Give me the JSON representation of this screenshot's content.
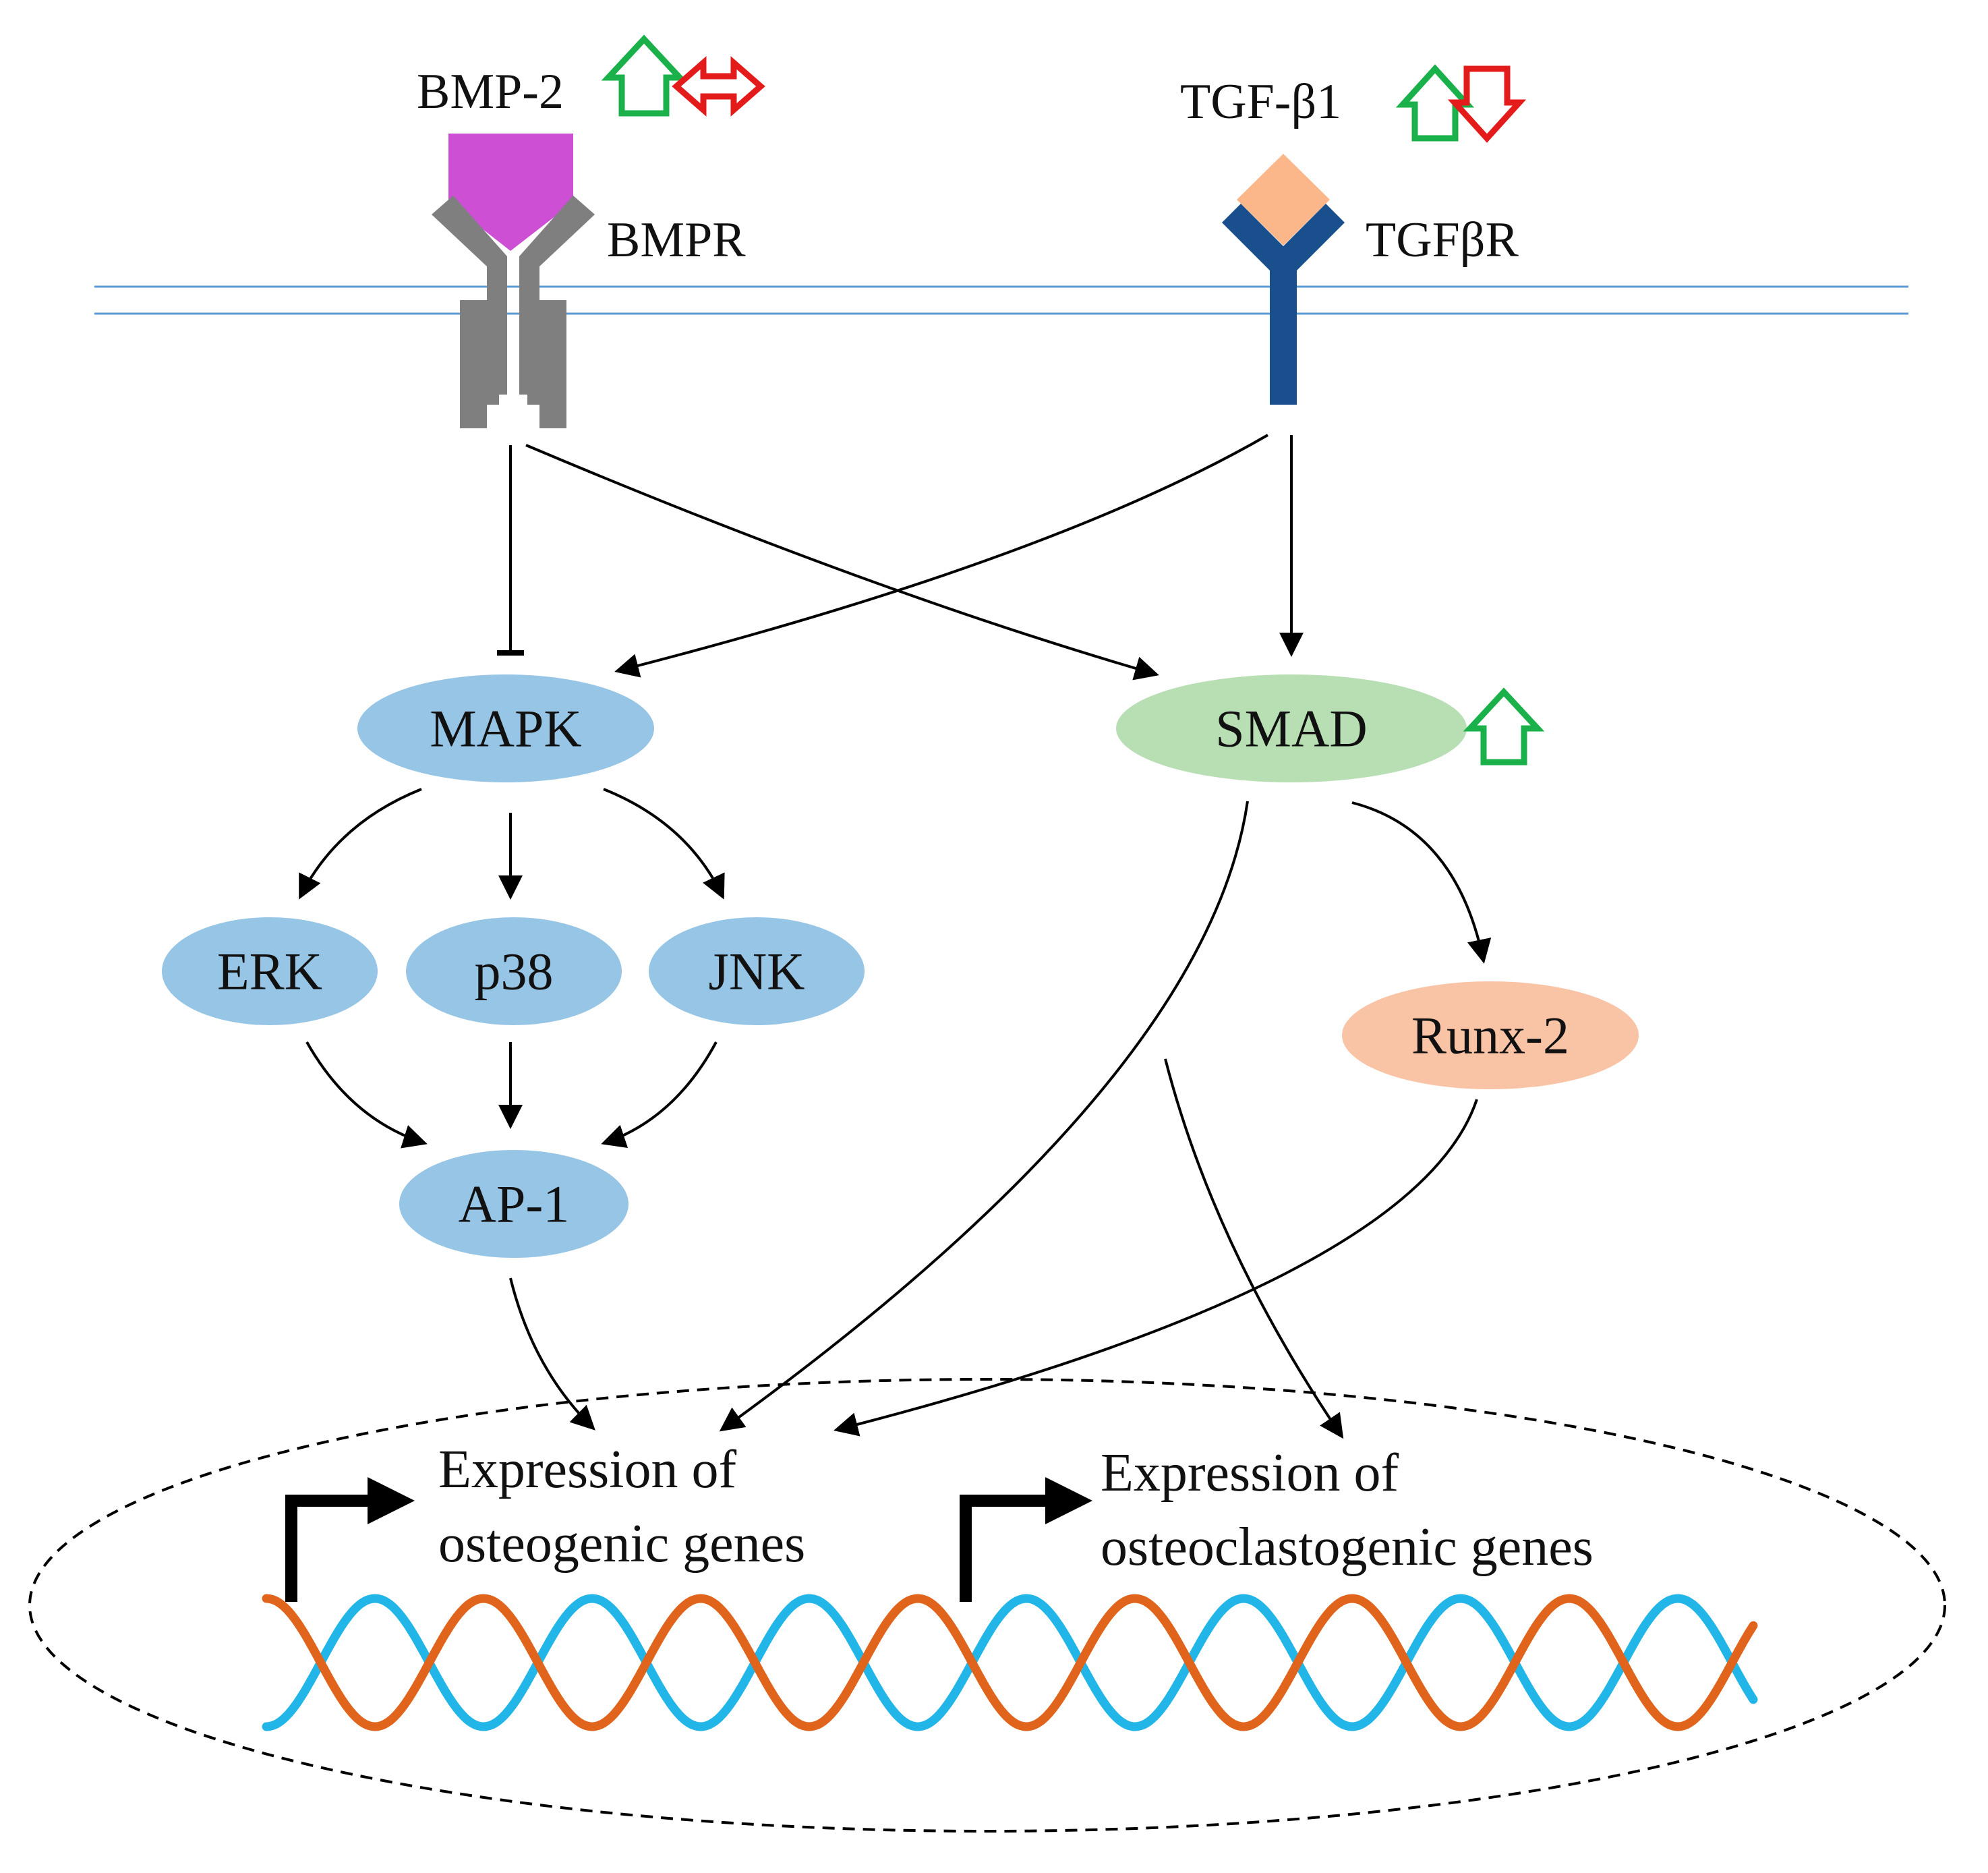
{
  "receptors": {
    "bmp_ligand_label": "BMP-2",
    "bmp_receptor_label": "BMPR",
    "tgf_ligand_label": "TGF-β1",
    "tgf_receptor_label": "TGFβR"
  },
  "nodes": {
    "mapk": "MAPK",
    "smad": "SMAD",
    "erk": "ERK",
    "p38": "p38",
    "jnk": "JNK",
    "ap1": "AP-1",
    "runx2": "Runx-2"
  },
  "nucleus": {
    "osteogenic_line1": "Expression of",
    "osteogenic_line2": "osteogenic genes",
    "osteoclastogenic_line1": "Expression of",
    "osteoclastogenic_line2": "osteoclastogenic genes"
  },
  "colors": {
    "mapk_family": "#96c5e6",
    "smad": "#b8deb3",
    "runx2": "#f9c4a6",
    "bmp_ligand": "#cc4fd4",
    "bmp_receptor": "#7f7f7f",
    "tgf_ligand": "#fbb78a",
    "tgf_receptor": "#1a4f8e",
    "membrane": "#5b9bd5",
    "dna_strand_a": "#e0641c",
    "dna_strand_b": "#21b5e8",
    "up_arrow": "#1ab04a",
    "down_arrow": "#e31b1b"
  },
  "indicators": {
    "bmp2": [
      "up-arrow",
      "double-horizontal-arrow"
    ],
    "tgf_b1": [
      "up-arrow",
      "down-arrow"
    ],
    "smad": [
      "up-arrow"
    ]
  }
}
